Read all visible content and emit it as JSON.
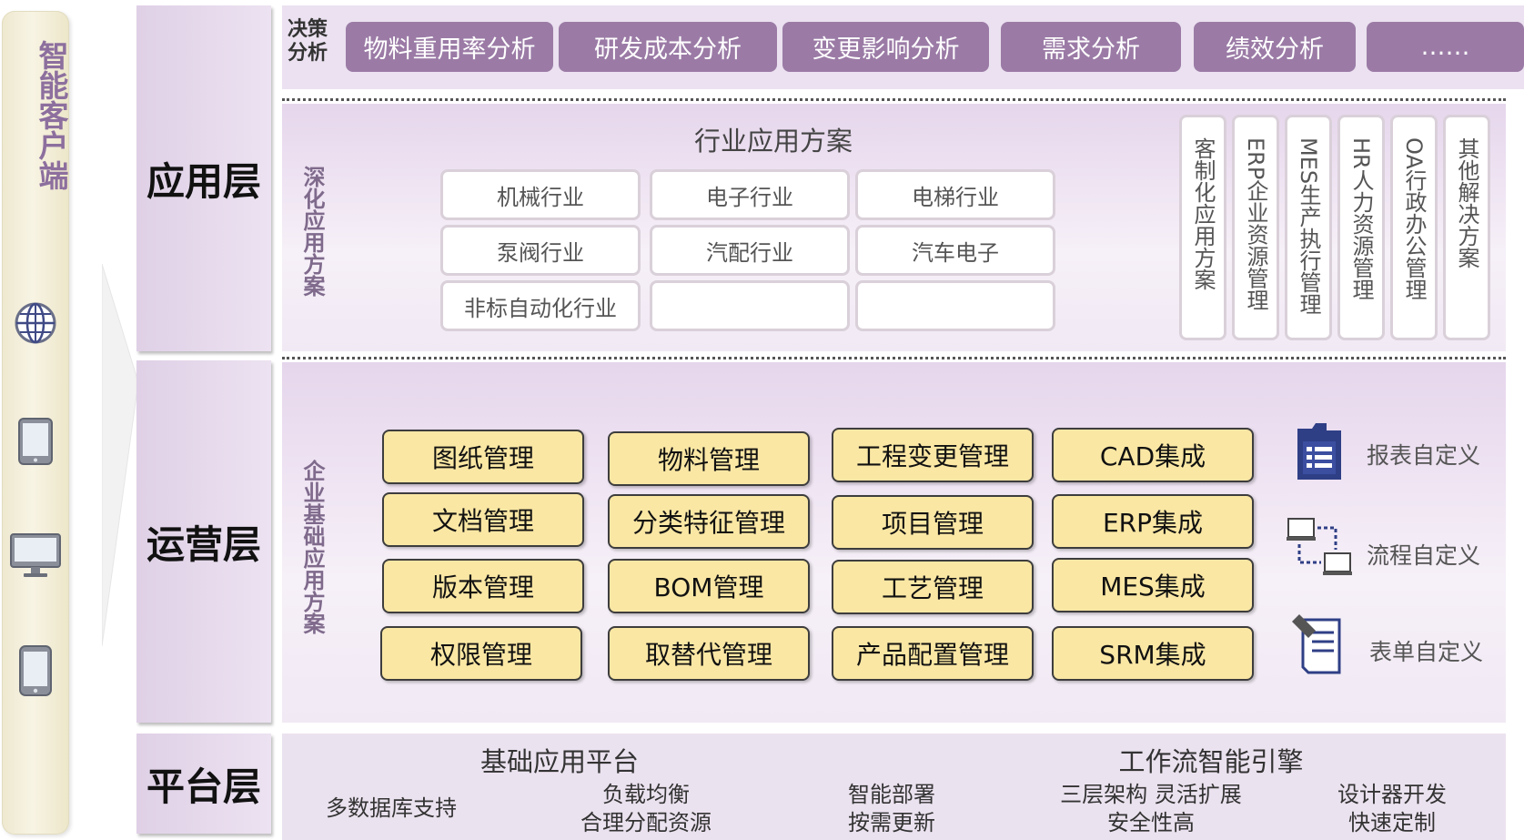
{
  "client": {
    "title": "智能客户端",
    "devices": [
      "globe-icon",
      "tablet-icon",
      "desktop-icon",
      "phone-icon"
    ]
  },
  "layers": {
    "app": "应用层",
    "ops": "运营层",
    "platform": "平台层"
  },
  "decision": {
    "label_line1": "决策",
    "label_line2": "分析",
    "items": [
      "物料重用率分析",
      "研发成本分析",
      "变更影响分析",
      "需求分析",
      "绩效分析",
      "……"
    ]
  },
  "industry": {
    "side_label": "深化应用方案",
    "title": "行业应用方案",
    "rows": [
      [
        "机械行业",
        "电子行业",
        "电梯行业"
      ],
      [
        "泵阀行业",
        "汽配行业",
        "汽车电子"
      ],
      [
        "非标自动化行业",
        "",
        ""
      ]
    ],
    "solutions": [
      "客制化应用方案",
      "ERP企业资源管理",
      "MES生产执行管理",
      "HR人力资源管理",
      "OA行政办公管理",
      "其他解决方案"
    ]
  },
  "enterprise": {
    "side_label": "企业基础应用方案",
    "columns": [
      [
        "图纸管理",
        "文档管理",
        "版本管理",
        "权限管理"
      ],
      [
        "物料管理",
        "分类特征管理",
        "BOM管理",
        "取替代管理"
      ],
      [
        "工程变更管理",
        "项目管理",
        "工艺管理",
        "产品配置管理"
      ],
      [
        "CAD集成",
        "ERP集成",
        "MES集成",
        "SRM集成"
      ]
    ],
    "custom": [
      {
        "icon": "report-icon",
        "label": "报表自定义"
      },
      {
        "icon": "workflow-icon",
        "label": "流程自定义"
      },
      {
        "icon": "form-icon",
        "label": "表单自定义"
      }
    ]
  },
  "platform": {
    "titles": [
      "基础应用平台",
      "工作流智能引擎"
    ],
    "items": [
      {
        "line1": "多数据库支持",
        "line2": ""
      },
      {
        "line1": "负载均衡",
        "line2": "合理分配资源"
      },
      {
        "line1": "智能部署",
        "line2": "按需更新"
      },
      {
        "line1": "三层架构 灵活扩展",
        "line2": "安全性高"
      },
      {
        "line1": "设计器开发",
        "line2": "快速定制"
      }
    ]
  }
}
